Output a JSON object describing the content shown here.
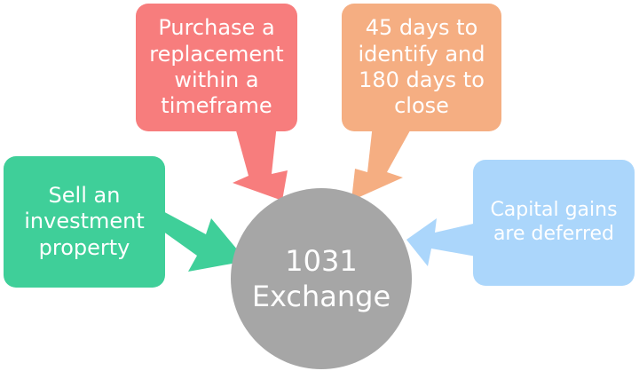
{
  "center": {
    "label": "1031\nExchange",
    "color": "#a6a6a6"
  },
  "boxes": {
    "left": {
      "label": "Sell an\ninvestment\nproperty",
      "color": "#3fcf99"
    },
    "top_left": {
      "label": "Purchase a\nreplacement\nwithin a\ntimeframe",
      "color": "#f77d7d"
    },
    "top_right": {
      "label": "45 days to\nidentify and\n180 days to\nclose",
      "color": "#f5ae82"
    },
    "right": {
      "label": "Capital gains\nare deferred",
      "color": "#abd6fb"
    }
  }
}
